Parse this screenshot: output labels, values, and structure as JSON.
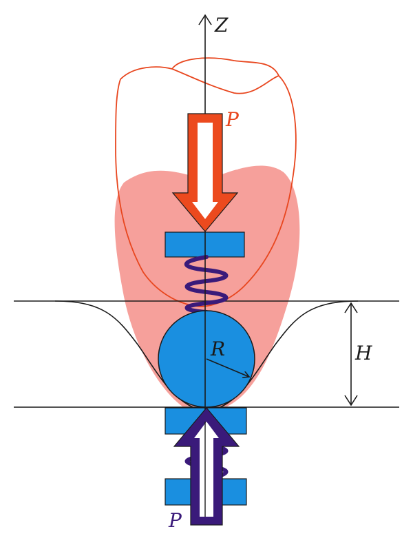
{
  "labels": {
    "z_axis": "Z",
    "force_top": "P",
    "force_bottom": "P",
    "radius": "R",
    "height": "H"
  },
  "colors": {
    "background": "#ffffff",
    "outline_shape": "#e8461e",
    "filled_shape": "#f6a09b",
    "force_top": "#ec4a1e",
    "force_bottom": "#3a1a7a",
    "blocks": "#1a8fe0",
    "spring": "#3a1a7a",
    "lines": "#1a1a1a"
  }
}
